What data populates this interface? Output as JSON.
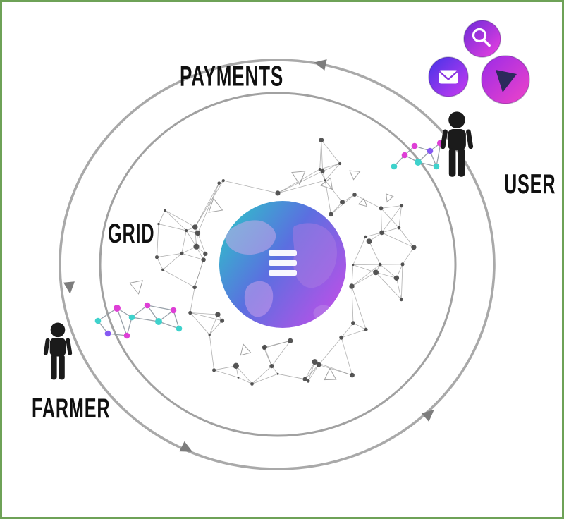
{
  "diagram": {
    "labels": {
      "payments": "PAYMENTS",
      "user": "USER",
      "grid": "GRID",
      "farmer": "FARMER"
    },
    "entities": {
      "center": "threefold-globe-logo",
      "figures": [
        "user-figure",
        "farmer-figure"
      ],
      "app_icons": [
        "search-icon",
        "mail-icon",
        "play-icon"
      ]
    },
    "colors": {
      "frame_green": "#6ea257",
      "arrow_gray": "#7d7d7d",
      "ring_gray": "#9a9a9a",
      "mesh_gray": "#8f8f8f",
      "label_black": "#101010",
      "person_black": "#1b1b1b",
      "globe_teal": "#2fc0c9",
      "globe_blue": "#5b6fe0",
      "globe_magenta": "#c04fe8",
      "cluster_magenta": "#de3fd6",
      "cluster_cyan": "#3fd2cc",
      "cluster_purple": "#8559f2",
      "icon_purple": "#6a2bd9",
      "icon_blue": "#4433e8",
      "icon_magenta": "#ee3fe0",
      "play_triangle_navy": "#2c2a5c"
    }
  }
}
